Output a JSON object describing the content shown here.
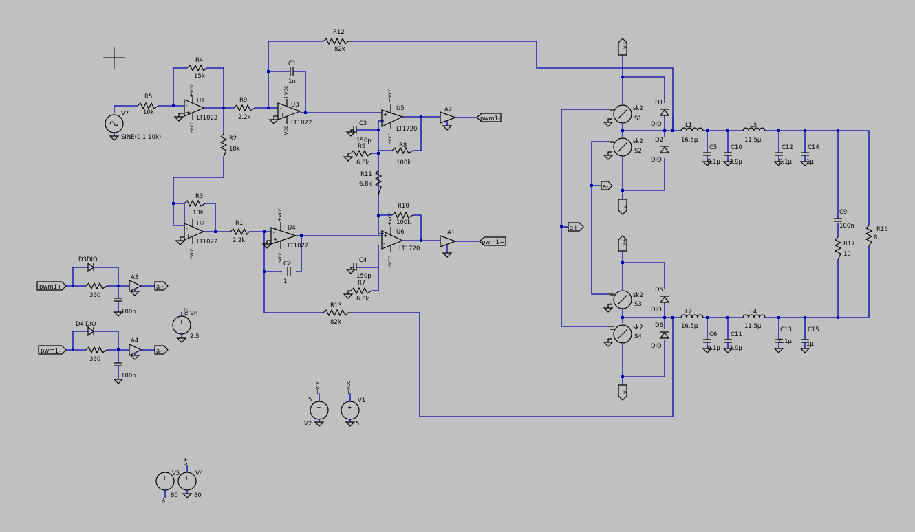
{
  "labels": {
    "R12": "R12",
    "R12v": "82k",
    "R4": "R4",
    "R4v": "15k",
    "R5": "R5",
    "R5v": "10k",
    "C1": "C1",
    "C1v": "1n",
    "U1": "U1",
    "U1m": "LT1022",
    "R9": "R9",
    "R9v": "2.2k",
    "U3": "U3",
    "U3m": "LT1022",
    "U5": "U5",
    "U5m": "LT1720",
    "A2": "A2",
    "V7": "V7",
    "V7v": "SINE(0 1 10k)",
    "R2": "R2",
    "R2v": "10k",
    "C3": "C3",
    "C3v": "150p",
    "R6": "R6",
    "R6v": "6.8k",
    "R8": "R8",
    "R8v": "100k",
    "R11": "R11",
    "R11v": "6.8k",
    "R3": "R3",
    "R3v": "10k",
    "U2": "U2",
    "U2m": "LT1022",
    "R1": "R1",
    "R1v": "2.2k",
    "U4": "U4",
    "U4m": "LT1022",
    "R10": "R10",
    "R10v": "100k",
    "U6": "U6",
    "U6m": "LT1720",
    "A1": "A1",
    "C2": "C2",
    "C2v": "1n",
    "C4": "C4",
    "C4v": "150p",
    "R7": "R7",
    "R7v": "6.8k",
    "R13": "R13",
    "R13v": "82k",
    "D3": "D3",
    "D3m": "DIO",
    "R3b": "360",
    "A3": "A3",
    "A3c": "100p",
    "D4": "D4",
    "D4m": "DIO",
    "R4b": "360",
    "A4": "A4",
    "A4c": "100p",
    "V6": "V6",
    "V6v": "2.5",
    "ref": "ref",
    "V2": "V2",
    "V2v": "5",
    "V1": "V1",
    "V1v": "5",
    "V5": "V5",
    "V5v": "80",
    "V4": "V4",
    "V4v": "80",
    "D1": "D1",
    "D2": "D2",
    "D5": "D5",
    "D6": "D6",
    "DIO": "DIO",
    "S1": "S1",
    "S2": "S2",
    "S3": "S3",
    "S4": "S4",
    "sk2": "sk2",
    "L1": "L1",
    "L1v": "16.5μ",
    "L2": "L2",
    "L2v": "16.5μ",
    "L3": "L3",
    "L3v": "11.5μ",
    "L4": "L4",
    "L4v": "11.5μ",
    "C5": "C5",
    "C5v": "0.1μ",
    "C6": "C6",
    "C6v": "0.1μ",
    "C10": "C10",
    "C10v": "3.9μ",
    "C11": "C11",
    "C11v": "3.9μ",
    "C12": "C12",
    "C12v": "0.1μ",
    "C13": "C13",
    "C13v": "0.1μ",
    "C14": "C14",
    "C14v": "1μ",
    "C15": "C15",
    "C15v": "1μ",
    "C9": "C9",
    "C9v": "100n",
    "R17": "R17",
    "R17v": "10",
    "R16": "R16",
    "R16v": "8",
    "vcc": "+vcc",
    "nvcc": "-vcc",
    "plus": "+",
    "minus": "-",
    "vplus": "v+",
    "vminus": "v-"
  },
  "net_flags": {
    "pwm1_minus": "pwm1-",
    "pwm1_plus": "pwm1+",
    "a_plus": "a+",
    "a_minus": "a-"
  },
  "colors": {
    "background": "#c0c0c0",
    "wire": "#0000b0",
    "component": "#000000"
  }
}
